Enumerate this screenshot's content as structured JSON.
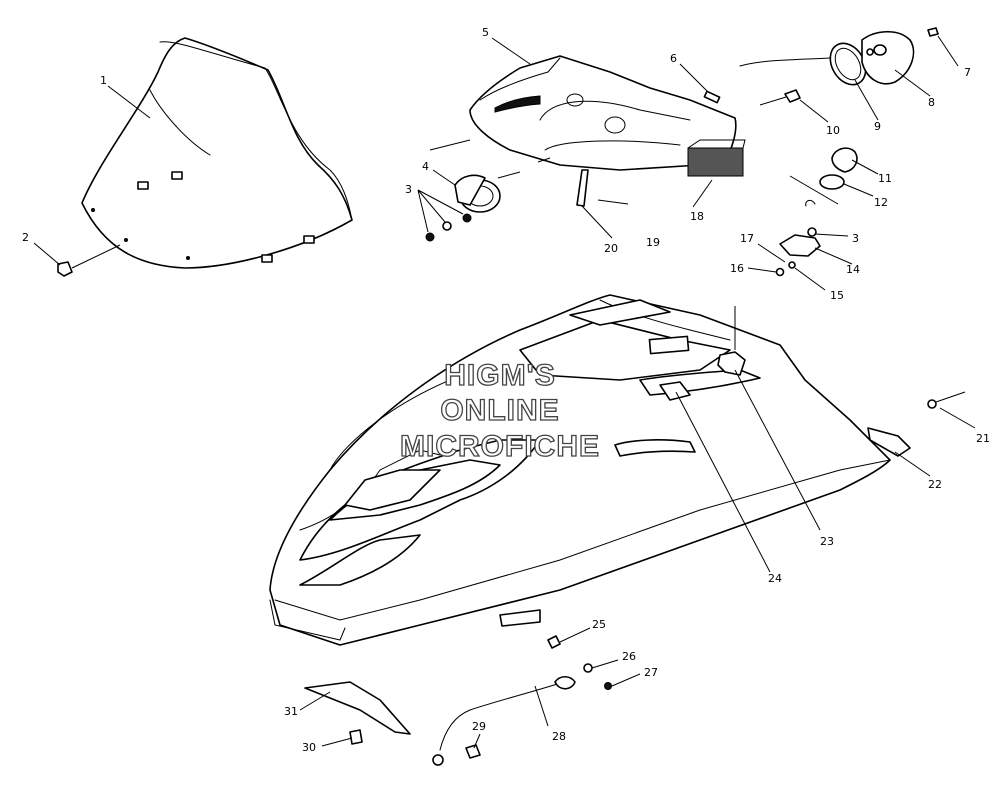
{
  "watermark": {
    "lines": [
      "HIGM'S",
      "ONLINE",
      "MICROFICHE"
    ]
  },
  "callouts": [
    {
      "id": "1",
      "label": "1"
    },
    {
      "id": "2",
      "label": "2"
    },
    {
      "id": "3a",
      "label": "3"
    },
    {
      "id": "3b",
      "label": "3"
    },
    {
      "id": "4",
      "label": "4"
    },
    {
      "id": "5",
      "label": "5"
    },
    {
      "id": "6",
      "label": "6"
    },
    {
      "id": "7",
      "label": "7"
    },
    {
      "id": "8",
      "label": "8"
    },
    {
      "id": "9",
      "label": "9"
    },
    {
      "id": "10",
      "label": "10"
    },
    {
      "id": "11",
      "label": "11"
    },
    {
      "id": "12",
      "label": "12"
    },
    {
      "id": "14",
      "label": "14"
    },
    {
      "id": "15",
      "label": "15"
    },
    {
      "id": "16",
      "label": "16"
    },
    {
      "id": "17",
      "label": "17"
    },
    {
      "id": "18",
      "label": "18"
    },
    {
      "id": "19",
      "label": "19"
    },
    {
      "id": "20",
      "label": "20"
    },
    {
      "id": "21",
      "label": "21"
    },
    {
      "id": "22",
      "label": "22"
    },
    {
      "id": "23",
      "label": "23"
    },
    {
      "id": "24",
      "label": "24"
    },
    {
      "id": "25",
      "label": "25"
    },
    {
      "id": "26",
      "label": "26"
    },
    {
      "id": "27",
      "label": "27"
    },
    {
      "id": "28",
      "label": "28"
    },
    {
      "id": "29",
      "label": "29"
    },
    {
      "id": "30",
      "label": "30"
    },
    {
      "id": "31",
      "label": "31"
    }
  ]
}
